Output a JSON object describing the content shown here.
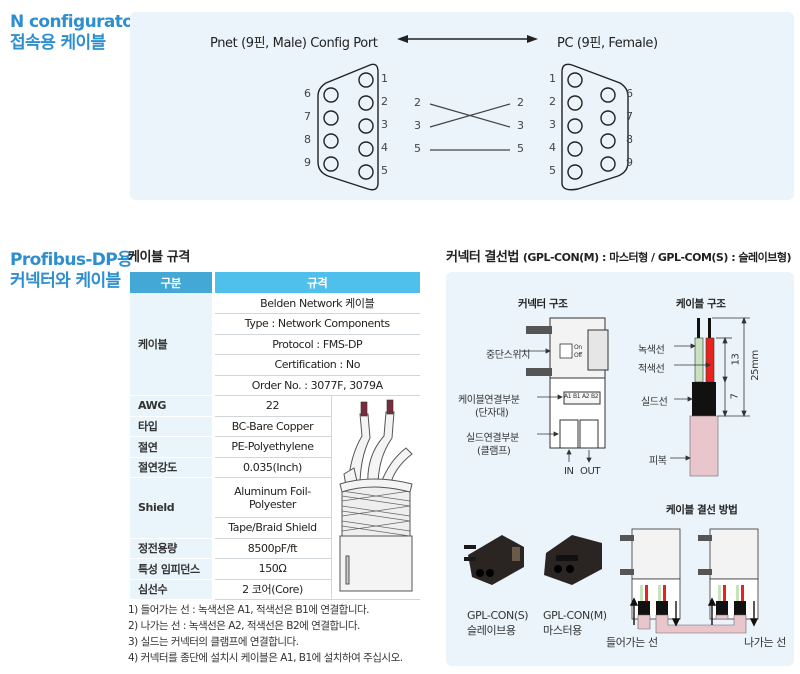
{
  "section1": {
    "title_line1": "N configurator",
    "title_line2": "접속용 케이블",
    "left_port_label": "Pnet (9핀, Male) Config Port",
    "right_port_label": "PC (9핀, Female)",
    "male_pins_top": [
      "1",
      "2",
      "3",
      "4",
      "5"
    ],
    "male_pins_bottom": [
      "6",
      "7",
      "8",
      "9"
    ],
    "female_pins_top": [
      "1",
      "2",
      "3",
      "4",
      "5"
    ],
    "female_pins_bottom": [
      "6",
      "7",
      "8",
      "9"
    ],
    "wiring": [
      {
        "from": "2",
        "to": "3"
      },
      {
        "from": "3",
        "to": "2"
      },
      {
        "from": "5",
        "to": "5"
      }
    ],
    "wiring_left_labels": [
      "2",
      "3",
      "5"
    ],
    "wiring_right_labels": [
      "2",
      "3",
      "5"
    ]
  },
  "section2": {
    "title_line1": "Profibus-DP용",
    "title_line2": "커넥터와 케이블",
    "spec_title": "케이블 규격",
    "spec_headers": [
      "구분",
      "규격"
    ],
    "cable_label": "케이블",
    "cable_values": [
      "Belden Network 케이블",
      "Type : Network Components",
      "Protocol : FMS-DP",
      "Certification : No",
      "Order No. : 3077F, 3079A"
    ],
    "rows": [
      {
        "label": "AWG",
        "value": "22"
      },
      {
        "label": "타입",
        "value": "BC-Bare Copper"
      },
      {
        "label": "절연",
        "value": "PE-Polyethylene"
      },
      {
        "label": "절연강도",
        "value": "0.035(Inch)"
      }
    ],
    "shield_label": "Shield",
    "shield_values": [
      "Aluminum Foil-Polyester",
      "Tape/Braid Shield"
    ],
    "rows2": [
      {
        "label": "정전용량",
        "value": "8500pF/ft"
      },
      {
        "label": "특성 임피던스",
        "value": "150Ω"
      },
      {
        "label": "심선수",
        "value": "2 코어(Core)"
      }
    ],
    "notes": [
      "1) 들어가는 선 : 녹색선은 A1, 적색선은 B1에 연결합니다.",
      "2) 나가는 선 : 녹색선은 A2, 적색선은 B2에 연결합니다.",
      "3) 실드는 커넥터의 클램프에 연결합니다.",
      "4) 커넥터를 종단에 설치시 케이블은  A1, B1에 설치하여 주십시오."
    ]
  },
  "connector": {
    "title_main": "커넥터 결선법",
    "title_sub": "(GPL-CON(M) : 마스터형 / GPL-COM(S) : 슬레이브형)",
    "structure_title": "커넥터 구조",
    "structure_labels": {
      "switch": "중단스위치",
      "on": "On",
      "off": "Off",
      "cable_conn": "케이블연결부분",
      "cable_conn_sub": "(단자대)",
      "shield_conn": "실드연결부분",
      "shield_conn_sub": "(클램프)",
      "in": "IN",
      "out": "OUT",
      "terminals": [
        "A1",
        "B1",
        "A2",
        "B2"
      ]
    },
    "cable_structure_title": "케이블 구조",
    "cable_labels": {
      "green": "녹색선",
      "red": "적색선",
      "shield": "실드선",
      "jacket": "피복",
      "dim_13": "13",
      "dim_7": "7",
      "dim_total": "25mm"
    },
    "products": [
      {
        "model": "GPL-CON(S)",
        "desc": "슬레이브용"
      },
      {
        "model": "GPL-CON(M)",
        "desc": "마스터용"
      }
    ],
    "wiring_title": "케이블 결선 방법",
    "wiring_in": "들어가는 선",
    "wiring_out": "나가는 선",
    "colors": {
      "green_wire": "#c8e2c0",
      "red_wire": "#e8231e",
      "shield": "#111111",
      "jacket": "#e8c6cc",
      "accent": "#2e8fd0",
      "header": "#4fc0ec"
    }
  }
}
